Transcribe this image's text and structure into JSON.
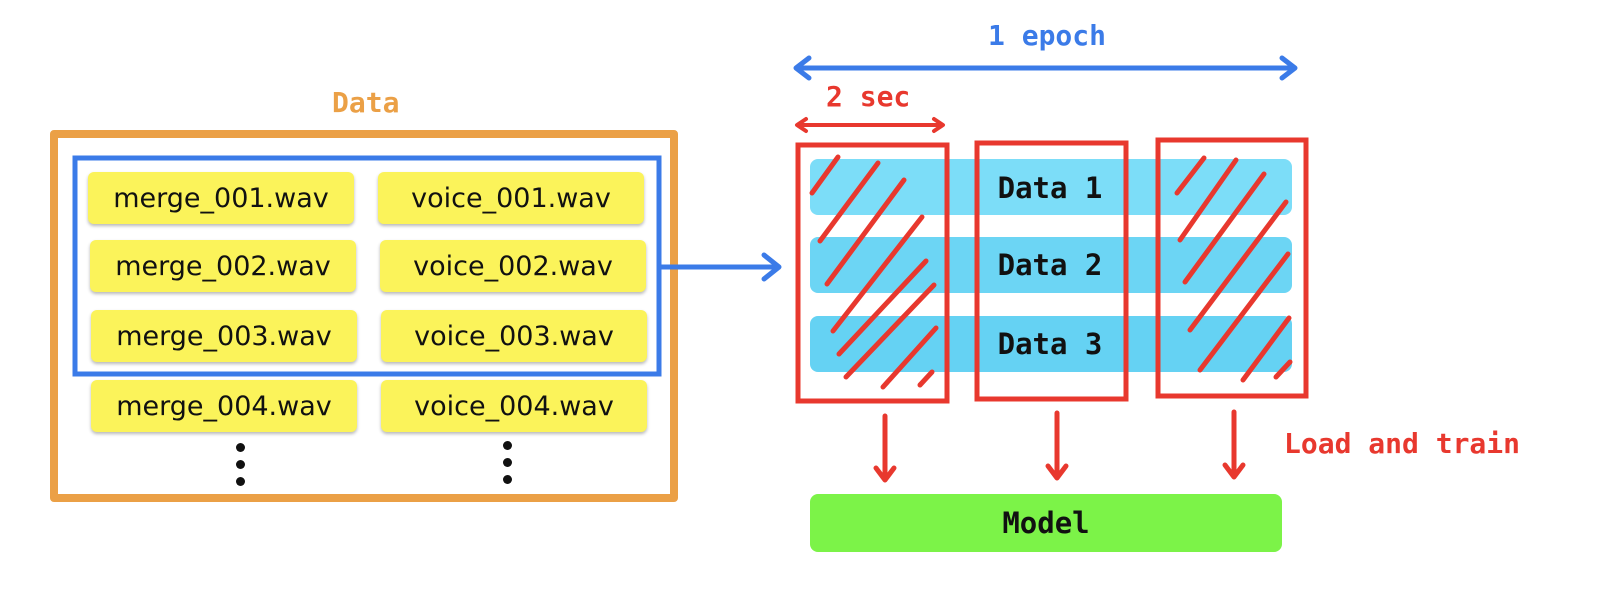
{
  "data_panel": {
    "title": "Data",
    "files": [
      {
        "merge": "merge_001.wav",
        "voice": "voice_001.wav"
      },
      {
        "merge": "merge_002.wav",
        "voice": "voice_002.wav"
      },
      {
        "merge": "merge_003.wav",
        "voice": "voice_003.wav"
      },
      {
        "merge": "merge_004.wav",
        "voice": "voice_004.wav"
      }
    ]
  },
  "pipeline": {
    "epoch_label": "1 epoch",
    "segment_label": "2 sec",
    "rows": [
      "Data 1",
      "Data 2",
      "Data 3"
    ],
    "load_label": "Load and train",
    "model_label": "Model"
  },
  "colors": {
    "orange": "#EBA046",
    "blue": "#3B7BE8",
    "red": "#E8382E",
    "yellow": "#FBF35A",
    "cyan": "#6DD8F7",
    "green": "#7CF348"
  }
}
